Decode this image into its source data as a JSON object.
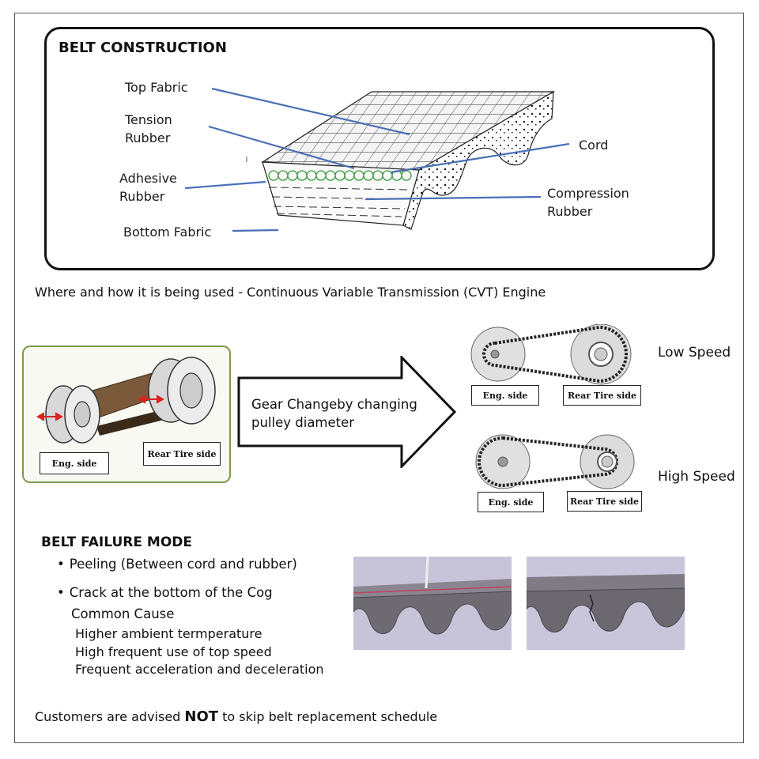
{
  "construction": {
    "title": "BELT CONSTRUCTION",
    "labels": {
      "top_fabric": "Top Fabric",
      "tension_rubber": "Tension\nRubber",
      "adhesive_rubber": "Adhesive\nRubber",
      "bottom_fabric": "Bottom Fabric",
      "cord": "Cord",
      "compression_rubber": "Compression\nRubber"
    }
  },
  "usage": {
    "text": "Where and how it is being used - Continuous Variable Transmission (CVT) Engine"
  },
  "cvt": {
    "left_panel": {
      "eng_label": "Eng. side",
      "rear_label": "Rear Tire side"
    },
    "arrow_text": "Gear Changeby changing pulley diameter",
    "low": {
      "speed_label": "Low Speed",
      "eng_label": "Eng. side",
      "rear_label": "Rear Tire side"
    },
    "high": {
      "speed_label": "High Speed",
      "eng_label": "Eng. side",
      "rear_label": "Rear Tire side"
    }
  },
  "failure": {
    "title": "BELT FAILURE MODE",
    "modes": [
      "Peeling (Between cord and rubber)",
      "Crack at the bottom of the Cog"
    ],
    "cause_title": "Common Cause",
    "causes": [
      "Higher ambient termperature",
      "High frequent use of top speed",
      "Frequent acceleration and deceleration"
    ]
  },
  "advice": {
    "before": "Customers are advised ",
    "emphasis": "NOT",
    "after": " to skip belt replacement schedule"
  },
  "colors": {
    "leader_line": "#4a6fb5",
    "panel_border": "#7a9a4a",
    "belt_brown": "#7a5a3a",
    "cord_green": "#3a9a3a"
  }
}
